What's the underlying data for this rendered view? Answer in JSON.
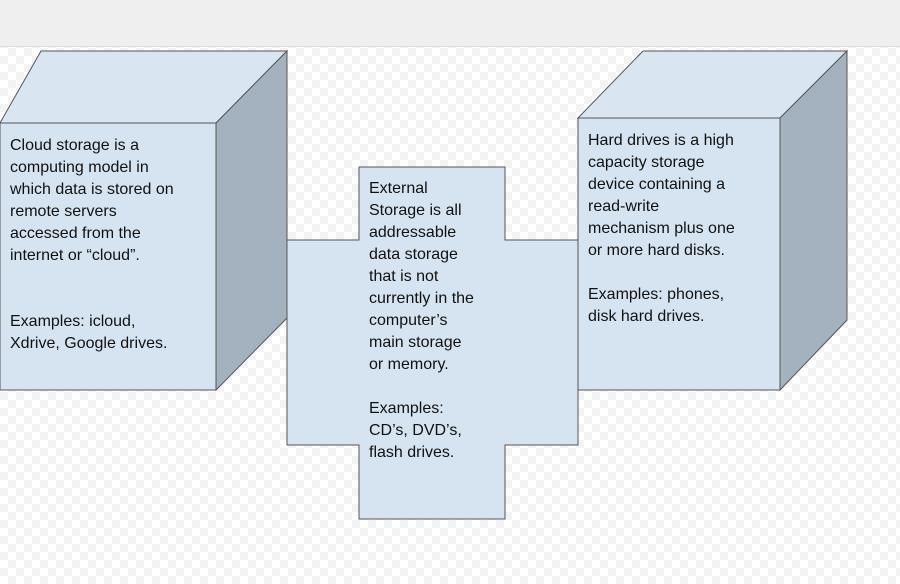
{
  "colors": {
    "face": "#d6e4f2",
    "side": "#a4b2c0",
    "stroke": "#555555"
  },
  "cloud": {
    "text": "Cloud storage is a\ncomputing model in\nwhich data is stored on\nremote servers\naccessed from the\ninternet or “cloud”.\n\n\nExamples: icloud,\nXdrive, Google drives."
  },
  "external": {
    "text": "External\nStorage is all\naddressable\ndata storage\nthat is not\ncurrently in the\ncomputer’s\nmain storage\nor memory.\n\nExamples:\nCD’s, DVD’s,\nflash drives."
  },
  "hard": {
    "text": "Hard drives is a high\ncapacity storage\ndevice containing a\nread-write\nmechanism plus one\nor more hard disks.\n\nExamples: phones,\ndisk hard drives."
  }
}
